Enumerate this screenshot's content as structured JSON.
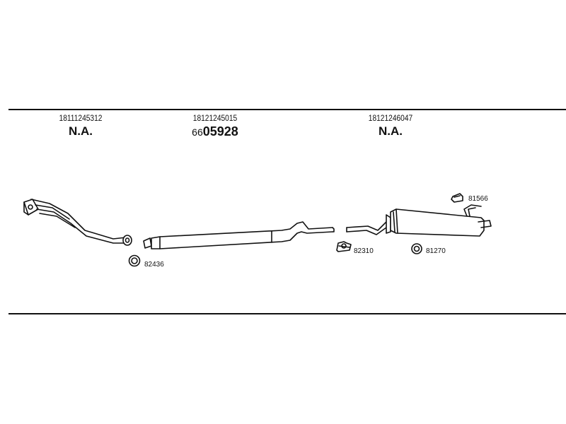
{
  "sections": [
    {
      "part_number": "18111245312",
      "code": "N.A."
    },
    {
      "part_number": "18121245015",
      "code_prefix": "66",
      "code_main": "05928"
    },
    {
      "part_number": "18121246047",
      "code": "N.A."
    }
  ],
  "callouts": {
    "left_ring": "82436",
    "middle_clamp": "82310",
    "right_ring": "81270",
    "top_bracket": "81566"
  }
}
